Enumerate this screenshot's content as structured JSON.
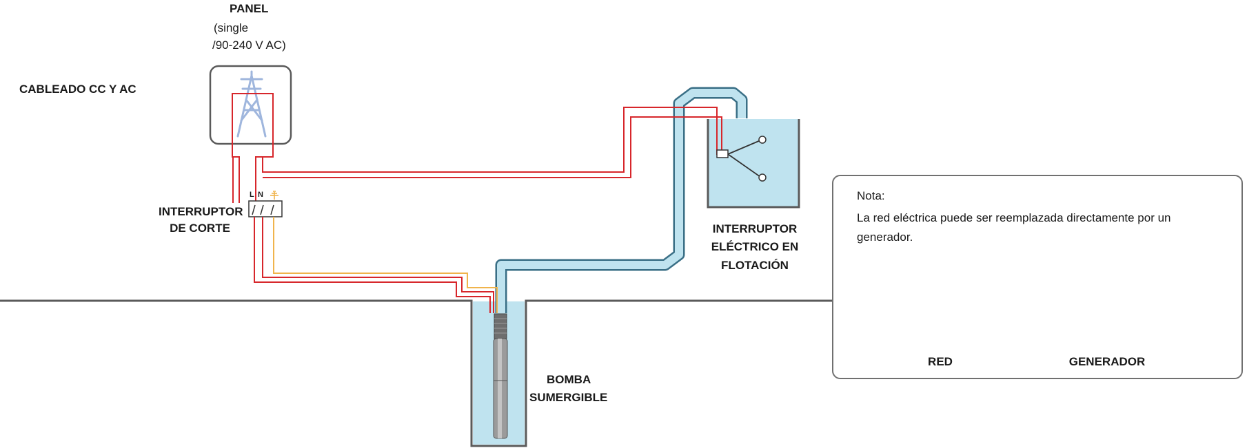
{
  "title": "CABLEADO CC Y AC",
  "panel": {
    "label": "PANEL",
    "spec_line1": "(single",
    "spec_line2": "/90-240 V AC)"
  },
  "switch": {
    "label_line1": "INTERRUPTOR",
    "label_line2": "DE CORTE",
    "terminal_l": "L",
    "terminal_n": "N"
  },
  "float_switch": {
    "label_line1": "INTERRUPTOR",
    "label_line2": "ELÉCTRICO EN",
    "label_line3": "FLOTACIÓN"
  },
  "pump": {
    "label_line1": "BOMBA",
    "label_line2": "SUMERGIBLE"
  },
  "note": {
    "heading": "Nota:",
    "text_line1": "La red eléctrica puede ser reemplazada directamente por un",
    "text_line2": "generador.",
    "grid_label": "RED",
    "generator_label": "GENERADOR"
  },
  "colors": {
    "wire_live": "#d7262b",
    "wire_earth": "#f0b44c",
    "water": "#bfe3ef",
    "pipe_outline": "#3a6f86",
    "tower": "#9fb6dd",
    "ground": "#5a5a5a"
  },
  "icons": [
    "transmission-tower-icon",
    "generator-icon",
    "ground-symbol-icon"
  ]
}
